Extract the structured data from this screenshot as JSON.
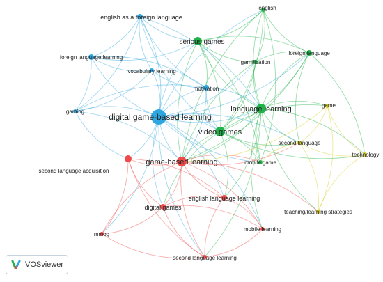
{
  "brand": "VOSviewer",
  "colors": {
    "blue": "#2ea7e0",
    "green": "#1fb34a",
    "red": "#ef4a4a",
    "yellow": "#d9cf1f"
  },
  "nodes": [
    {
      "id": "n1",
      "label": "english as a foreign language",
      "cluster": "blue"
    },
    {
      "id": "n2",
      "label": "english",
      "cluster": "green"
    },
    {
      "id": "n3",
      "label": "serious games",
      "cluster": "green"
    },
    {
      "id": "n4",
      "label": "foreign language",
      "cluster": "green"
    },
    {
      "id": "n5",
      "label": "foreign language learning",
      "cluster": "blue"
    },
    {
      "id": "n6",
      "label": "gamification",
      "cluster": "green"
    },
    {
      "id": "n7",
      "label": "vocabulary learning",
      "cluster": "blue"
    },
    {
      "id": "n8",
      "label": "motivation",
      "cluster": "blue"
    },
    {
      "id": "n9",
      "label": "gaming",
      "cluster": "blue"
    },
    {
      "id": "n10",
      "label": "digital game-based learning",
      "cluster": "blue"
    },
    {
      "id": "n11",
      "label": "language learning",
      "cluster": "green"
    },
    {
      "id": "n12",
      "label": "game",
      "cluster": "yellow"
    },
    {
      "id": "n13",
      "label": "video games",
      "cluster": "green"
    },
    {
      "id": "n14",
      "label": "second language",
      "cluster": "yellow"
    },
    {
      "id": "n15",
      "label": "technology",
      "cluster": "yellow"
    },
    {
      "id": "n16",
      "label": "game-based learning",
      "cluster": "red"
    },
    {
      "id": "n17",
      "label": "mobile game",
      "cluster": "green"
    },
    {
      "id": "n18",
      "label": "second language acquisition",
      "cluster": "red"
    },
    {
      "id": "n19",
      "label": "english language learning",
      "cluster": "red"
    },
    {
      "id": "n20",
      "label": "digital games",
      "cluster": "red"
    },
    {
      "id": "n21",
      "label": "teaching/learning strategies",
      "cluster": "yellow"
    },
    {
      "id": "n22",
      "label": "mmog",
      "cluster": "red"
    },
    {
      "id": "n23",
      "label": "mobile learning",
      "cluster": "red"
    },
    {
      "id": "n24",
      "label": "second language learning",
      "cluster": "red"
    }
  ]
}
